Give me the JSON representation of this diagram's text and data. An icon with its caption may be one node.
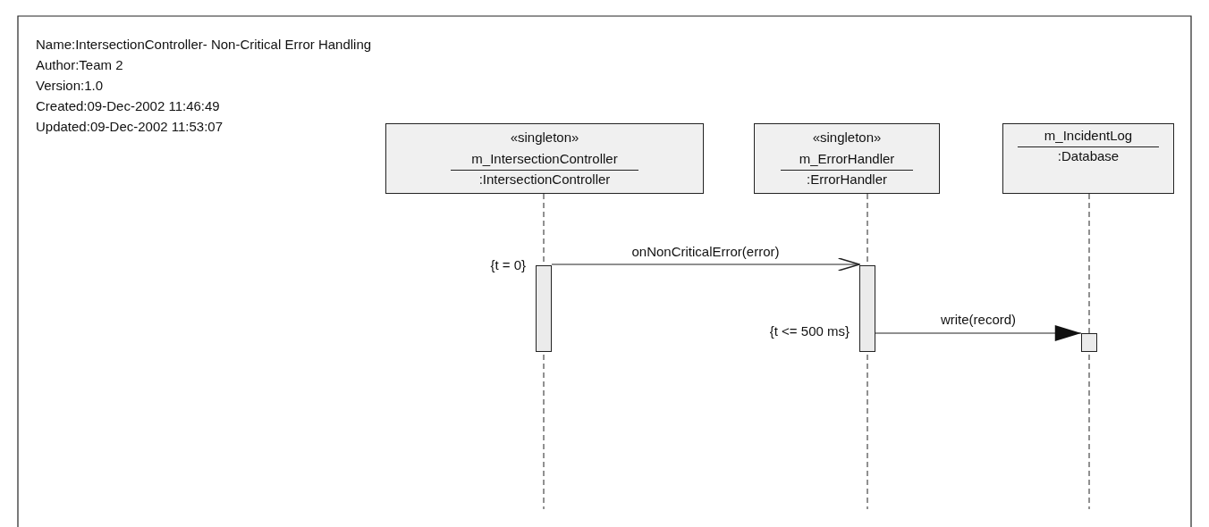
{
  "diagram": {
    "nodes": [
      {
        "text": [
          "«singleton»",
          "m_IntersectionController",
          ":IntersectionController"
        ]
      },
      {
        "text": [
          "«singleton»",
          "m_ErrorHandler",
          ":ErrorHandler"
        ]
      },
      {
        "text": [
          "m_IncidentLog",
          ":Database"
        ]
      },
      {
        "text": [],
        "shape": "bar",
        "beside": [
          "{t = 0}"
        ]
      },
      {
        "text": [],
        "shape": "bar",
        "beside": [
          "{t <= 500 ms}"
        ]
      },
      {
        "text": [],
        "shape": "bar"
      }
    ],
    "edges": [
      {
        "from": 3,
        "to": 4,
        "arrow": "to",
        "label": "onNonCriticalError(error)"
      },
      {
        "from": 4,
        "to": 5,
        "arrow": "to",
        "label": "write(record)"
      }
    ],
    "labels": [
      "Name:IntersectionController- Non-Critical Error Handling",
      "Author:Team 2",
      "Version:1.0",
      "Created:09-Dec-2002 11:46:49",
      "Updated:09-Dec-2002 11:53:07"
    ]
  }
}
